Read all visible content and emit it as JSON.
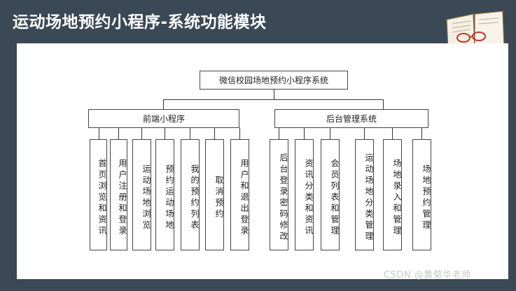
{
  "title": "运动场地预约小程序-系统功能模块",
  "diagram": {
    "root": "微信校园场地预约小程序系统",
    "branches": [
      {
        "label": "前端小程序",
        "children": [
          "首页浏览和资讯",
          "用户注册和登录",
          "运动场地浏览",
          "预约运动场地",
          "我的预约列表",
          "取消预约",
          "用户和退出登录"
        ]
      },
      {
        "label": "后台管理系统",
        "children": [
          "后台登录密码修改",
          "资讯分类和资讯",
          "会员列表和管理",
          "运动场地分类管理",
          "场地录入和管理",
          "场地预约管理"
        ]
      }
    ]
  },
  "watermark": "CSDN @黄菊华老师",
  "icons": {
    "decoration": "open-book-with-glasses-icon"
  },
  "colors": {
    "frame": "#3b4855",
    "title_text": "#ffffff",
    "box_border": "#444444"
  }
}
